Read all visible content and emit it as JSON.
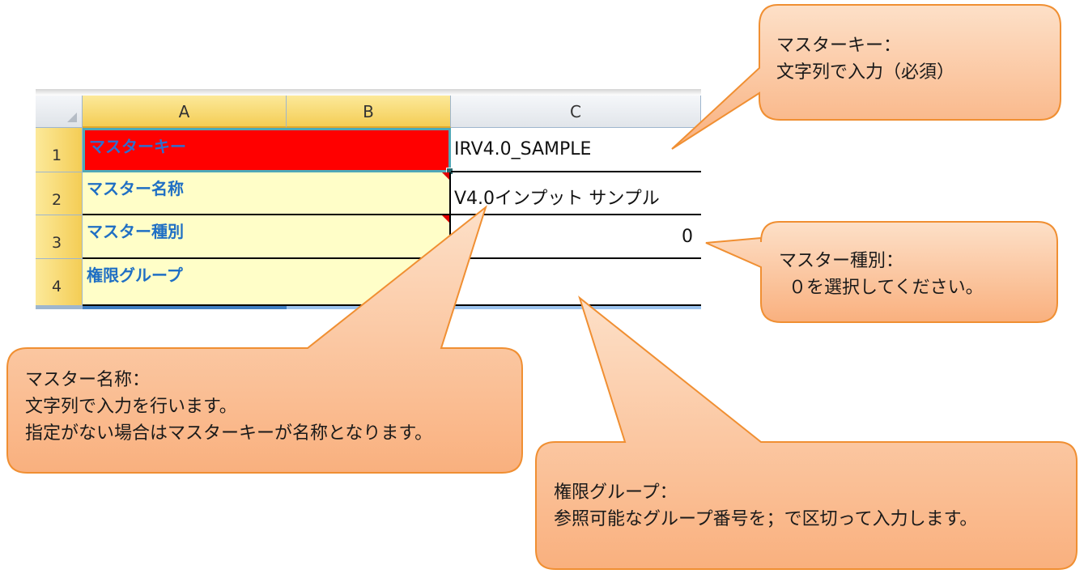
{
  "spreadsheet": {
    "columns": [
      "A",
      "B",
      "C"
    ],
    "rows": [
      {
        "num": "1",
        "label": "マスターキー",
        "value": "IRV4.0_SAMPLE"
      },
      {
        "num": "2",
        "label": "マスター名称",
        "value": "V4.0インプット サンプル"
      },
      {
        "num": "3",
        "label": "マスター種別",
        "value": "0"
      },
      {
        "num": "4",
        "label": "権限グループ",
        "value": ""
      }
    ]
  },
  "callouts": {
    "master_key": {
      "lines": [
        "マスターキー：",
        "文字列で入力（必須）"
      ]
    },
    "master_type": {
      "lines": [
        "マスター種別：",
        "０を選択してください。"
      ]
    },
    "master_name": {
      "lines": [
        "マスター名称：",
        "文字列で入力を行います。",
        "指定がない場合はマスターキーが名称となります。"
      ]
    },
    "auth_group": {
      "lines": [
        "権限グループ：",
        "参照可能なグループ番号を；で区切って入力します。"
      ]
    }
  },
  "colors": {
    "callout_fill_top": "#fddcc2",
    "callout_fill_bottom": "#f9b382",
    "callout_border": "#f08f32",
    "selected_cell": "#ff0000",
    "label_text": "#1f6fc4",
    "cell_fill": "#fffec8"
  }
}
